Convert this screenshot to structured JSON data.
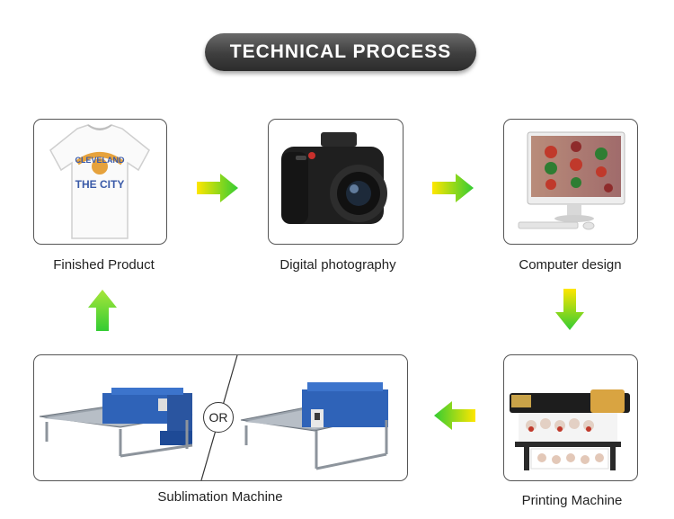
{
  "header": {
    "title": "TECHNICAL PROCESS"
  },
  "steps": {
    "finished_product": "Finished Product",
    "digital_photography": "Digital photography",
    "computer_design": "Computer design",
    "printing_machine": "Printing Machine",
    "sublimation_machine": "Sublimation Machine"
  },
  "tshirt_print": {
    "line1": "CLEVELAND",
    "line2": "THE CITY"
  },
  "or_badge": "OR",
  "arrows": {
    "color_start": "#ffe600",
    "color_end": "#33cc33"
  },
  "icons": [
    "t-shirt-image",
    "camera-image",
    "computer-monitor-image",
    "printer-image",
    "heat-press-machine-image"
  ]
}
